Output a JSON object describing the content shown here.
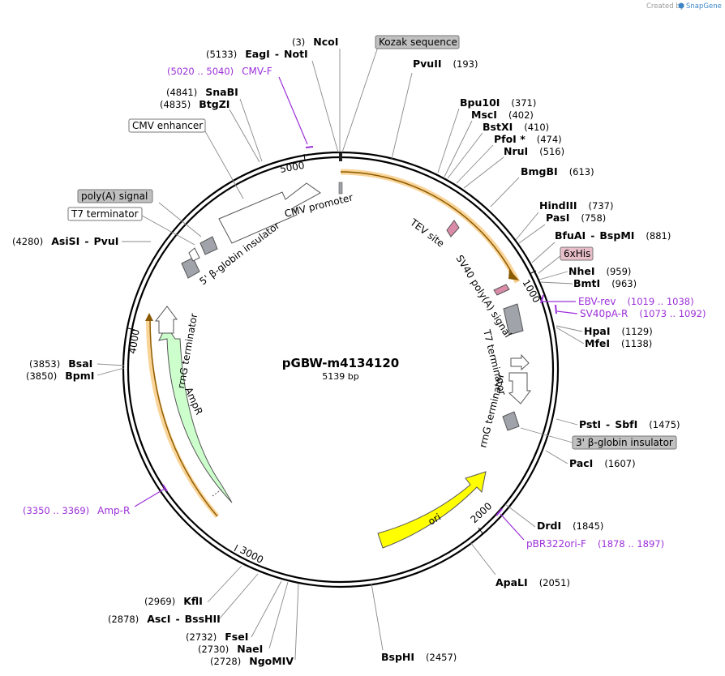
{
  "credit": {
    "prefix": "Created by",
    "brand": "SnapGene"
  },
  "plasmid": {
    "name": "pGBW-m4134120",
    "size_label": "5139 bp",
    "length": 5139
  },
  "ticks": [
    {
      "bp": 1000,
      "label": "1000"
    },
    {
      "bp": 2000,
      "label": "2000"
    },
    {
      "bp": 3000,
      "label": "3000"
    },
    {
      "bp": 4000,
      "label": "4000"
    },
    {
      "bp": 5000,
      "label": "5000"
    }
  ],
  "sites": [
    {
      "names": [
        "NcoI"
      ],
      "pos": "(3)"
    },
    {
      "names": [
        "EagI",
        "NotI"
      ],
      "pos": "(5133)"
    },
    {
      "names": [
        "PvuII"
      ],
      "pos": "(193)"
    },
    {
      "names": [
        "SnaBI"
      ],
      "pos": "(4841)"
    },
    {
      "names": [
        "BtgZI"
      ],
      "pos": "(4835)"
    },
    {
      "names": [
        "Bpu10I"
      ],
      "pos": "(371)"
    },
    {
      "names": [
        "MscI"
      ],
      "pos": "(402)"
    },
    {
      "names": [
        "BstXI"
      ],
      "pos": "(410)"
    },
    {
      "names": [
        "PfoI *"
      ],
      "pos": "(474)"
    },
    {
      "names": [
        "NruI"
      ],
      "pos": "(516)"
    },
    {
      "names": [
        "BmgBI"
      ],
      "pos": "(613)"
    },
    {
      "names": [
        "HindIII"
      ],
      "pos": "(737)"
    },
    {
      "names": [
        "PasI"
      ],
      "pos": "(758)"
    },
    {
      "names": [
        "BfuAI",
        "BspMI"
      ],
      "pos": "(881)"
    },
    {
      "names": [
        "NheI"
      ],
      "pos": "(959)"
    },
    {
      "names": [
        "BmtI"
      ],
      "pos": "(963)"
    },
    {
      "names": [
        "HpaI"
      ],
      "pos": "(1129)"
    },
    {
      "names": [
        "MfeI"
      ],
      "pos": "(1138)"
    },
    {
      "names": [
        "AsiSI",
        "PvuI"
      ],
      "pos": "(4280)"
    },
    {
      "names": [
        "BsaI"
      ],
      "pos": "(3853)"
    },
    {
      "names": [
        "BpmI"
      ],
      "pos": "(3850)"
    },
    {
      "names": [
        "PstI",
        "SbfI"
      ],
      "pos": "(1475)"
    },
    {
      "names": [
        "PacI"
      ],
      "pos": "(1607)"
    },
    {
      "names": [
        "DrdI"
      ],
      "pos": "(1845)"
    },
    {
      "names": [
        "ApaLI"
      ],
      "pos": "(2051)"
    },
    {
      "names": [
        "BspHI"
      ],
      "pos": "(2457)"
    },
    {
      "names": [
        "KflI"
      ],
      "pos": "(2969)"
    },
    {
      "names": [
        "AscI",
        "BssHII"
      ],
      "pos": "(2878)"
    },
    {
      "names": [
        "FseI"
      ],
      "pos": "(2732)"
    },
    {
      "names": [
        "NaeI"
      ],
      "pos": "(2730)"
    },
    {
      "names": [
        "NgoMIV"
      ],
      "pos": "(2728)"
    }
  ],
  "primers": [
    {
      "name": "CMV-F",
      "range": "(5020 .. 5040)"
    },
    {
      "name": "EBV-rev",
      "range": "(1019 .. 1038)"
    },
    {
      "name": "SV40pA-R",
      "range": "(1073 .. 1092)"
    },
    {
      "name": "pBR322ori-F",
      "range": "(1878 .. 1897)"
    },
    {
      "name": "Amp-R",
      "range": "(3350 .. 3369)"
    }
  ],
  "boxed_labels": [
    {
      "text": "Kozak sequence",
      "fill": "#c0c0c0"
    },
    {
      "text": "CMV enhancer",
      "fill": "#ffffff"
    },
    {
      "text": "poly(A) signal",
      "fill": "#c0c0c0"
    },
    {
      "text": "T7 terminator",
      "fill": "#ffffff"
    },
    {
      "text": "6xHis",
      "fill": "#e8bfc8"
    },
    {
      "text": "3' β-globin insulator",
      "fill": "#c0c0c0"
    }
  ],
  "features": [
    {
      "name": "CMV promoter",
      "color": "#ffffff"
    },
    {
      "name": "5' β-globin insulator",
      "color": "#a0a4aa"
    },
    {
      "name": "TEV site",
      "color": "#d98ba8"
    },
    {
      "name": "SV40 poly(A) signal",
      "color": "#a0a4aa"
    },
    {
      "name": "T7 terminator",
      "color": "#ffffff"
    },
    {
      "name": "rrnG terminator",
      "color": "#ffffff"
    },
    {
      "name": "rrnG terminator",
      "color": "#a0a4aa"
    },
    {
      "name": "ori",
      "color": "#ffff00"
    },
    {
      "name": "AmpR",
      "color": "#ccffcc"
    }
  ],
  "colors": {
    "primer": "#9b30d9",
    "orf_highlight": "#f5b041",
    "brand": "#3d85c6"
  }
}
